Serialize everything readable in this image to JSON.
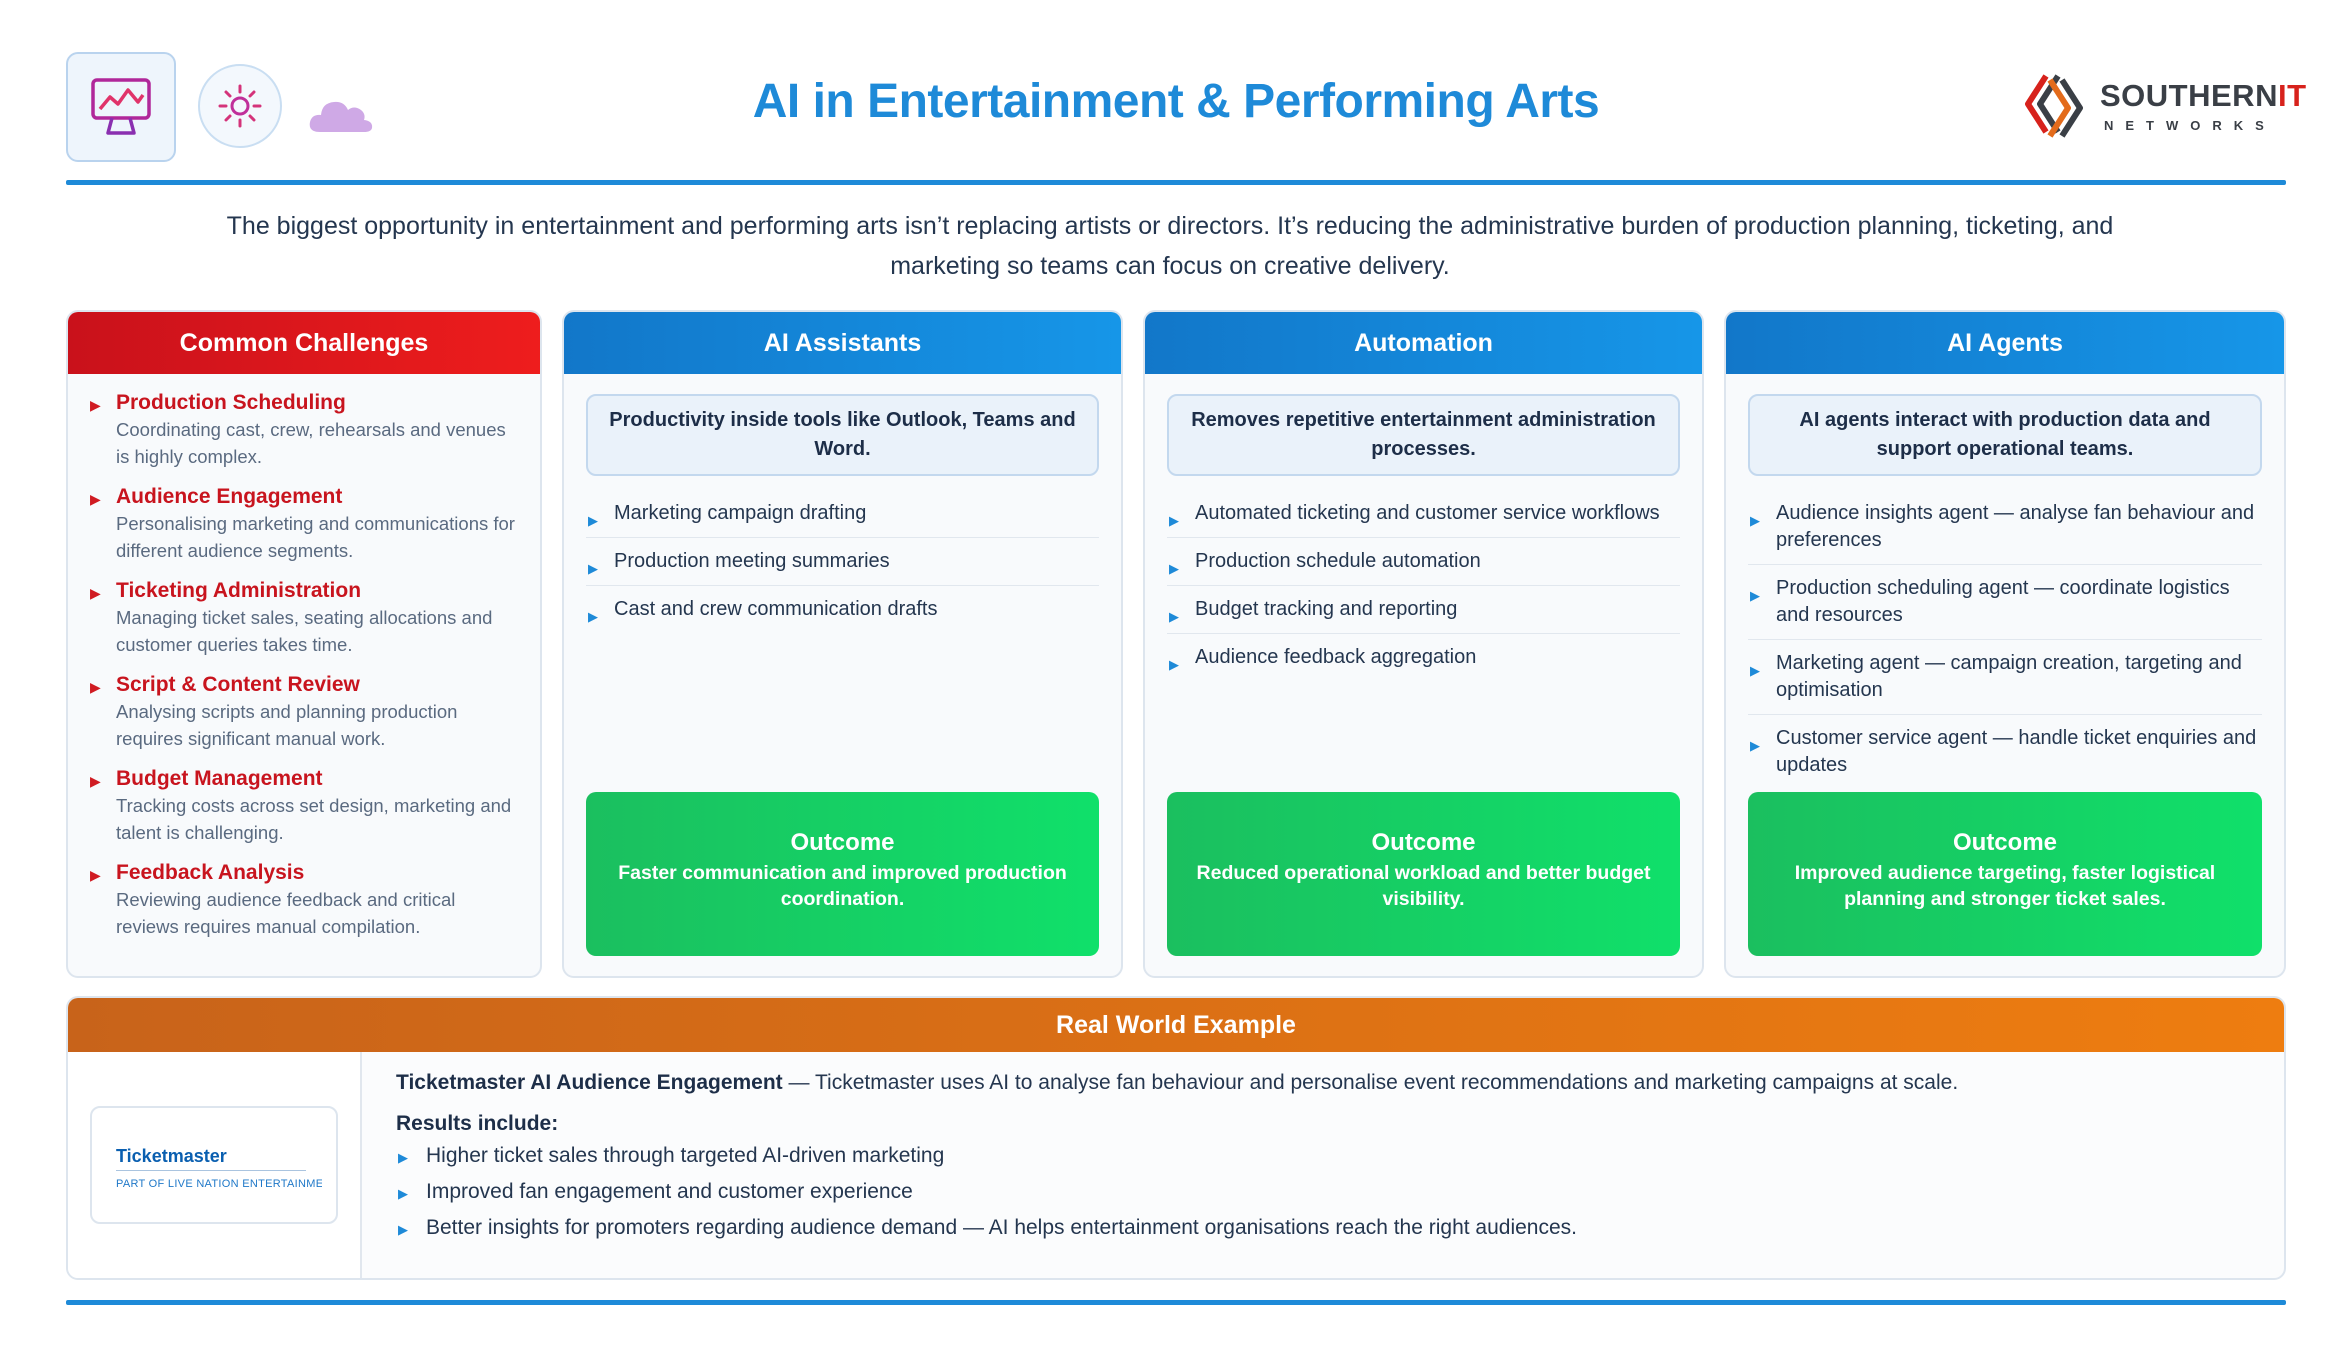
{
  "header": {
    "title": "AI in Entertainment & Performing Arts",
    "icons": [
      "monitor-chart-icon",
      "sun-gear-icon",
      "cloud-icon"
    ],
    "logo": {
      "name_main": "SOUTHERN",
      "name_accent": "IT",
      "sub": "NETWORKS"
    }
  },
  "intro": "The biggest opportunity in entertainment and performing arts isn’t replacing artists or directors. It’s reducing the administrative burden of production planning, ticketing, and marketing so teams can focus on creative delivery.",
  "challenges": {
    "title": "Common Challenges",
    "items": [
      {
        "title": "Production Scheduling",
        "desc": "Coordinating cast, crew, rehearsals and venues is highly complex."
      },
      {
        "title": "Audience Engagement",
        "desc": "Personalising marketing and communications for different audience segments."
      },
      {
        "title": "Ticketing Administration",
        "desc": "Managing ticket sales, seating allocations and customer queries takes time."
      },
      {
        "title": "Script & Content Review",
        "desc": "Analysing scripts and planning production requires significant manual work."
      },
      {
        "title": "Budget Management",
        "desc": "Tracking costs across set design, marketing and talent is challenging."
      },
      {
        "title": "Feedback Analysis",
        "desc": "Reviewing audience feedback and critical reviews requires manual compilation."
      }
    ]
  },
  "columns": [
    {
      "title": "AI Assistants",
      "summary": "Productivity inside tools like Outlook, Teams and Word.",
      "bullets": [
        "Marketing campaign drafting",
        "Production meeting summaries",
        "Cast and crew communication drafts"
      ],
      "outcome_title": "Outcome",
      "outcome_text": "Faster communication and improved production coordination."
    },
    {
      "title": "Automation",
      "summary": "Removes repetitive entertainment administration processes.",
      "bullets": [
        "Automated ticketing and customer service workflows",
        "Production schedule automation",
        "Budget tracking and reporting",
        "Audience feedback aggregation"
      ],
      "outcome_title": "Outcome",
      "outcome_text": "Reduced operational workload and better budget visibility."
    },
    {
      "title": "AI Agents",
      "summary": "AI agents interact with production data and support operational teams.",
      "bullets": [
        "Audience insights agent — analyse fan behaviour and preferences",
        "Production scheduling agent — coordinate logistics and resources",
        "Marketing agent — campaign creation, targeting and optimisation",
        "Customer service agent — handle ticket enquiries and updates"
      ],
      "outcome_title": "Outcome",
      "outcome_text": "Improved audience targeting, faster logistical planning and stronger ticket sales."
    }
  ],
  "example": {
    "title": "Real World Example",
    "brand": "Ticketmaster",
    "brand_sub": "PART OF LIVE NATION ENTERTAINMENT",
    "lead": "Ticketmaster AI Audience Engagement",
    "lead_rest": " — Ticketmaster uses AI to analyse fan behaviour and personalise event recommendations and marketing campaigns at scale.",
    "results_label": "Results include:",
    "results": [
      "Higher ticket sales through targeted AI-driven marketing",
      "Improved fan engagement and customer experience",
      "Better insights for promoters regarding audience demand — AI helps entertainment organisations reach the right audiences."
    ]
  },
  "colors": {
    "accent_blue": "#1e8ad8",
    "challenge_red": "#c8141e",
    "outcome_green": "#14cf65",
    "example_orange": "#e0741a"
  }
}
